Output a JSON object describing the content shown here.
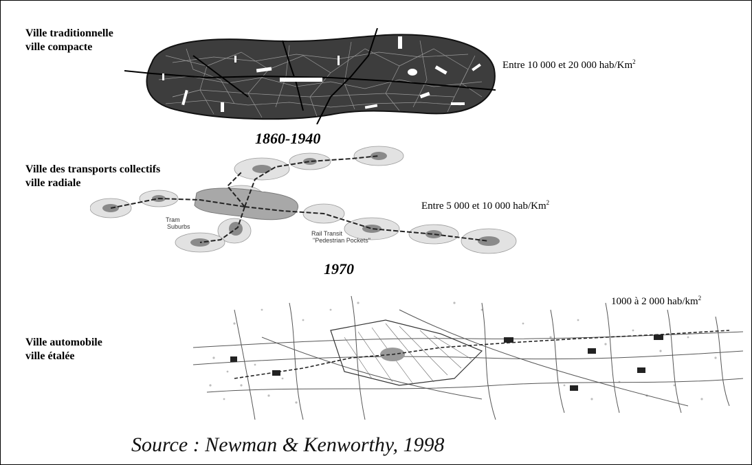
{
  "sections": [
    {
      "label_line1": "Ville traditionnelle",
      "label_line2": "ville compacte",
      "density_main": "Entre 10 000 et 20 000 hab/Km",
      "density_sup": "2"
    },
    {
      "label_line1": "Ville des transports collectifs",
      "label_line2": "ville radiale",
      "density_main": "Entre 5 000 et 10 000 hab/Km",
      "density_sup": "2",
      "map_label_suburbs_1": "Tram",
      "map_label_suburbs_2": "Suburbs",
      "map_label_rail_1": "Rail Transit",
      "map_label_rail_2": "\"Pedestrian Pockets\""
    },
    {
      "label_line1": "Ville automobile",
      "label_line2": "ville étalée",
      "density_main": "1000 à 2 000 hab/km",
      "density_sup": "2"
    }
  ],
  "years": [
    "1860-1940",
    "1970"
  ],
  "source": "Source : Newman & Kenworthy, 1998",
  "colors": {
    "compact_fill": "#3d3d3d",
    "radial_halo": "#e2e2e2",
    "radial_core": "#a8a8a8",
    "sprawl_lines": "#555555"
  }
}
